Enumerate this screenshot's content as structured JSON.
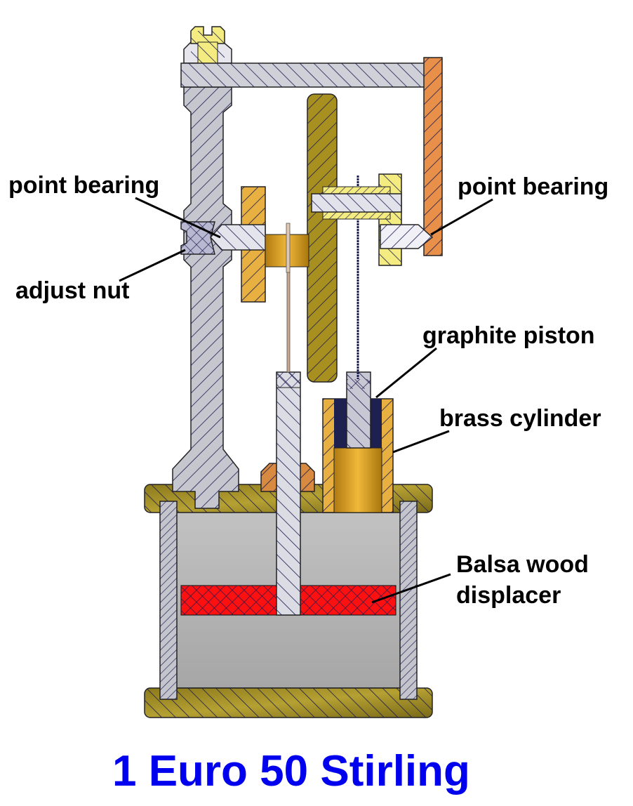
{
  "diagram": {
    "title": "1 Euro 50 Stirling",
    "labels": {
      "point_bearing_left": "point bearing",
      "adjust_nut": "adjust nut",
      "point_bearing_right": "point bearing",
      "graphite_piston": "graphite piston",
      "brass_cylinder": "brass cylinder",
      "balsa_line1": "Balsa wood",
      "balsa_line2": "displacer"
    },
    "colors": {
      "title": "#0000ee",
      "steel": "#d4d4dc",
      "steel_dark": "#b8b8c0",
      "brass": "#e8b040",
      "brass_dark": "#8a7a20",
      "flywheel": "#a89020",
      "copper": "#e8904a",
      "pale_yellow": "#f4ec80",
      "graphite": "#1e2050",
      "balsa": "#ff1010",
      "chamber": "#b0b0b0",
      "hatch": "#1a1a50"
    }
  }
}
